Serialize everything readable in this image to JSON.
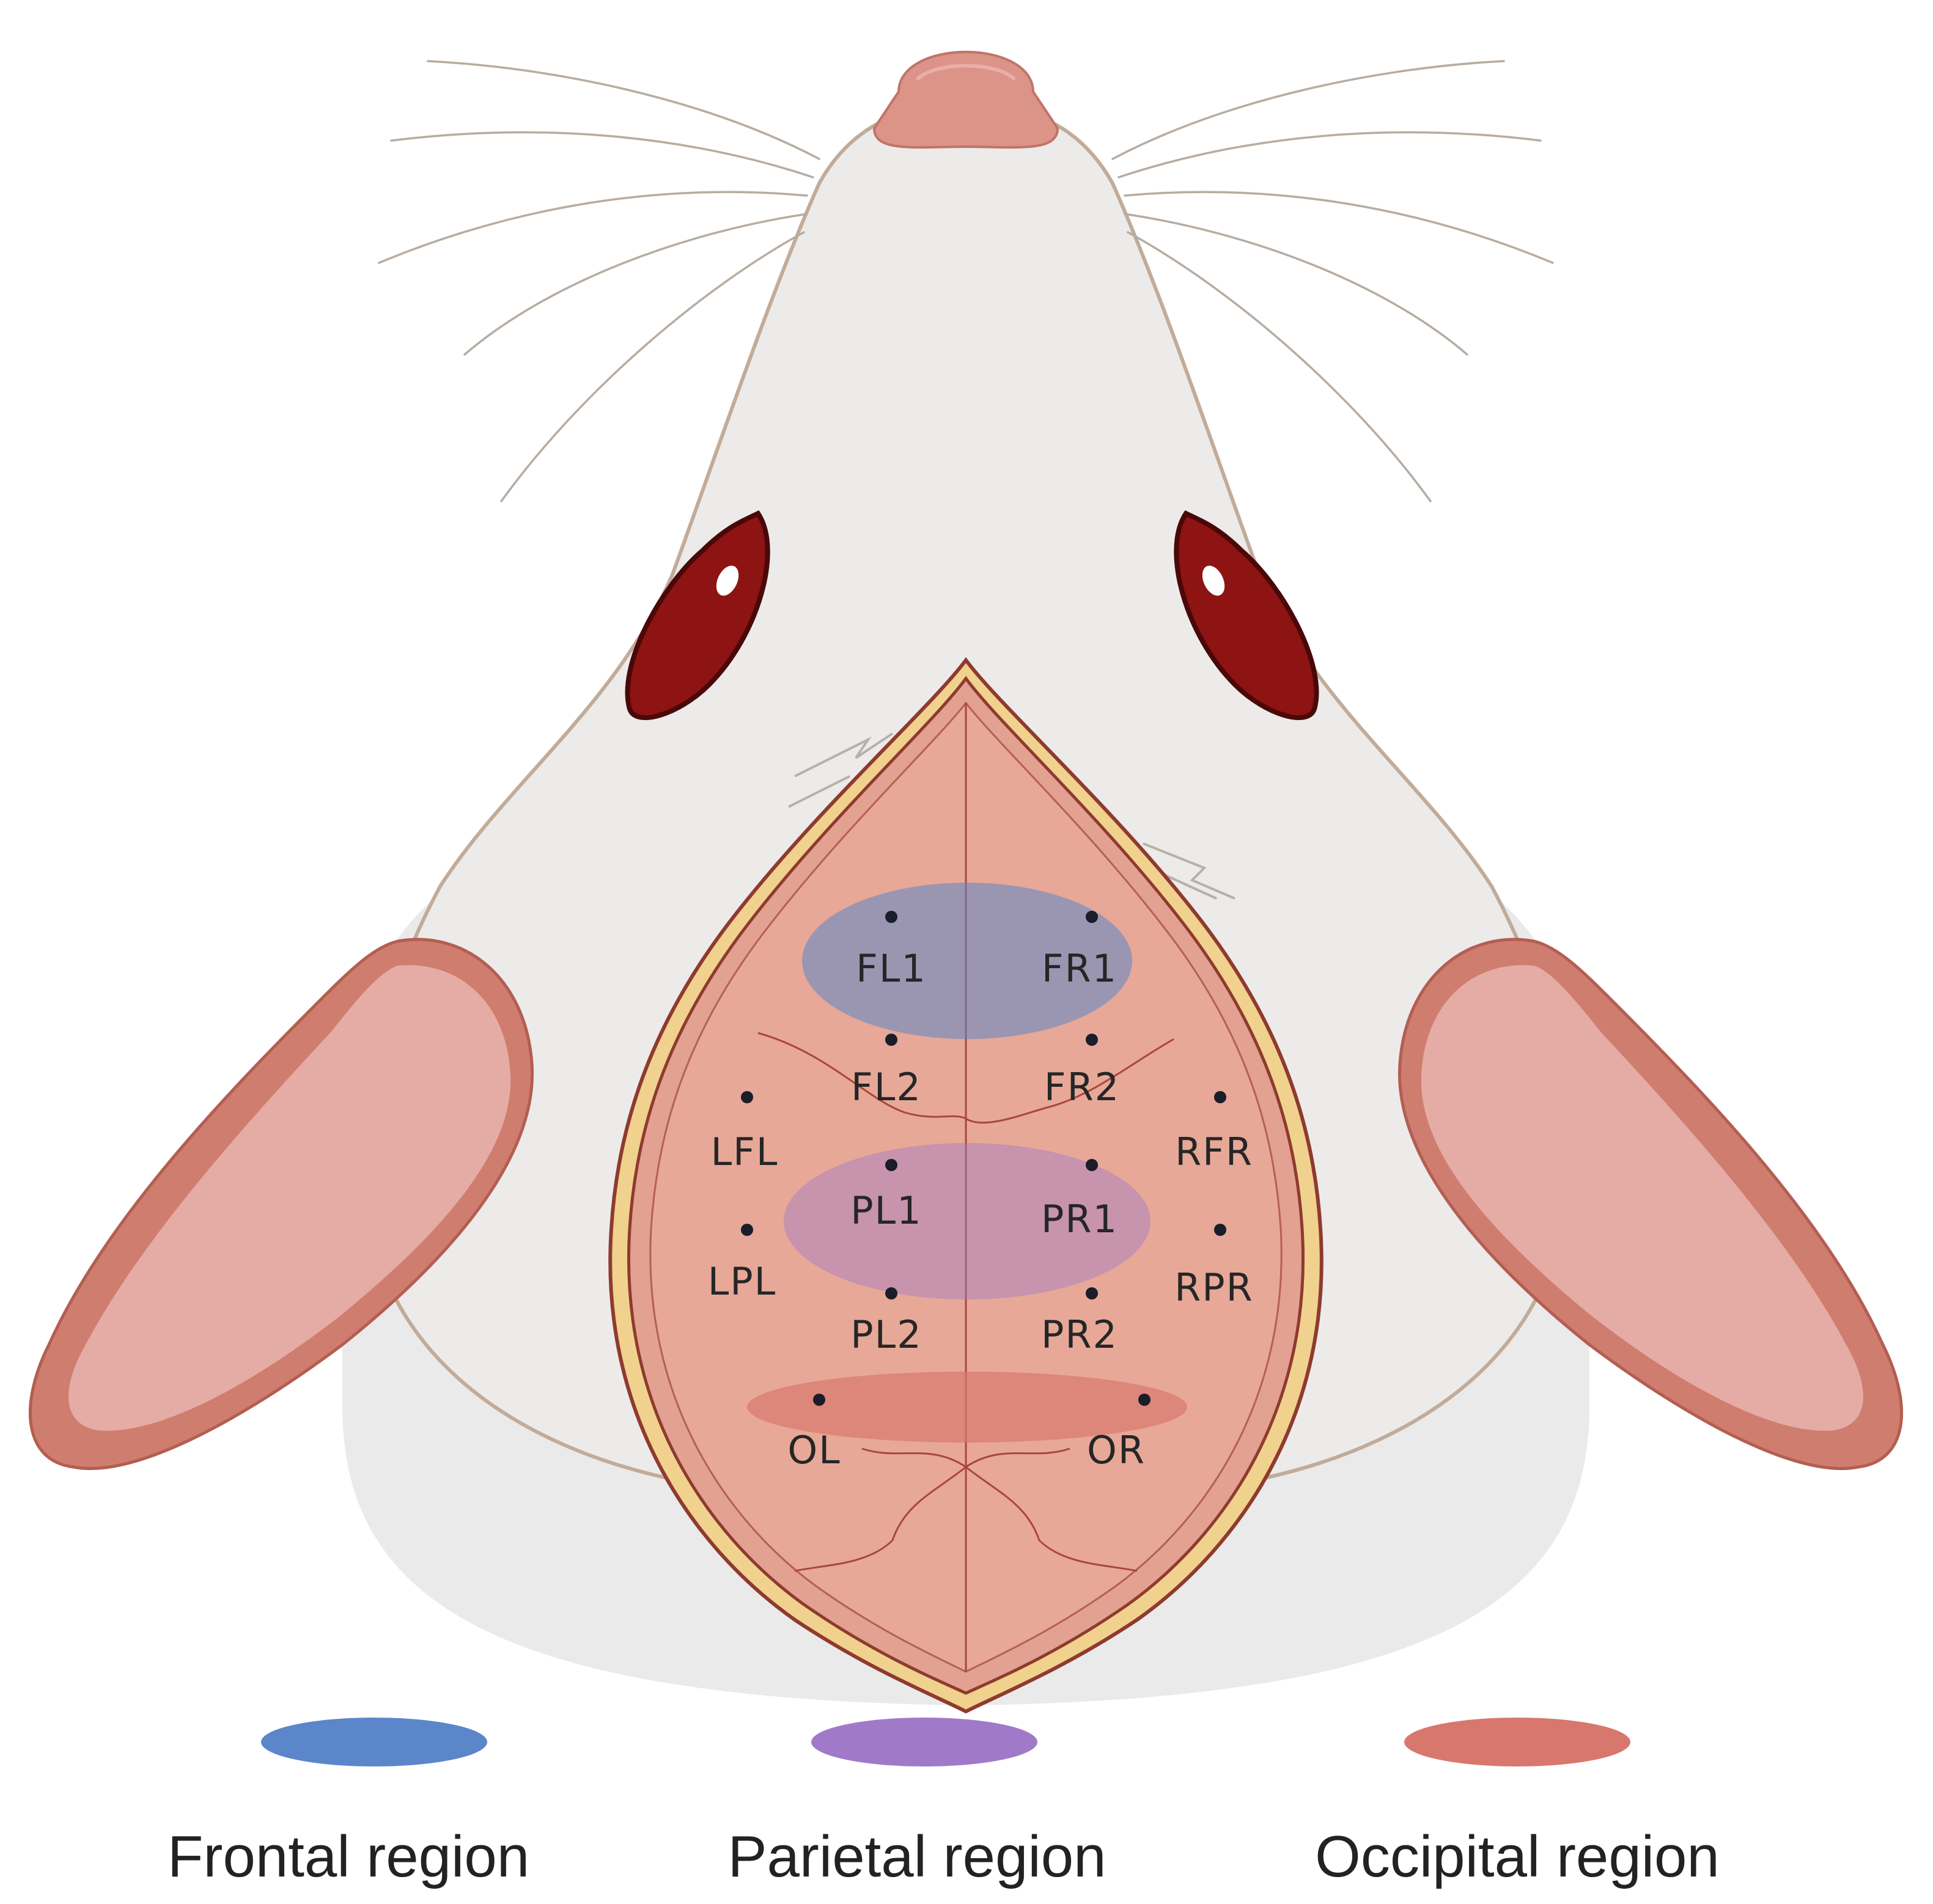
{
  "colors": {
    "fur": "#ecebea",
    "fur_outline": "#c2ab98",
    "skin_pink": "#d8887b",
    "ear_inner": "#e3aaa3",
    "ear_rim": "#cf7d6f",
    "eye": "#8e1313",
    "brain": "#e2a191",
    "skull_rim": "#f0d28e",
    "skull_border": "#8f3a2f",
    "frontal": "#5b86c9",
    "parietal": "#a07ac8",
    "occipital": "#d8776e",
    "electrode_dot": "#1a1d2a"
  },
  "electrodes": [
    {
      "name": "FL1",
      "label": "FL1"
    },
    {
      "name": "FR1",
      "label": "FR1"
    },
    {
      "name": "FL2",
      "label": "FL2"
    },
    {
      "name": "FR2",
      "label": "FR2"
    },
    {
      "name": "LFL",
      "label": "LFL"
    },
    {
      "name": "RFR",
      "label": "RFR"
    },
    {
      "name": "PL1",
      "label": "PL1"
    },
    {
      "name": "PR1",
      "label": "PR1"
    },
    {
      "name": "LPL",
      "label": "LPL"
    },
    {
      "name": "RPR",
      "label": "RPR"
    },
    {
      "name": "PL2",
      "label": "PL2"
    },
    {
      "name": "PR2",
      "label": "PR2"
    },
    {
      "name": "OL",
      "label": "OL"
    },
    {
      "name": "OR",
      "label": "OR"
    }
  ],
  "legend": [
    {
      "label": "Frontal region",
      "color": "#5b86c9"
    },
    {
      "label": "Parietal region",
      "color": "#a07ac8"
    },
    {
      "label": "Occipital region",
      "color": "#d8776e"
    }
  ]
}
